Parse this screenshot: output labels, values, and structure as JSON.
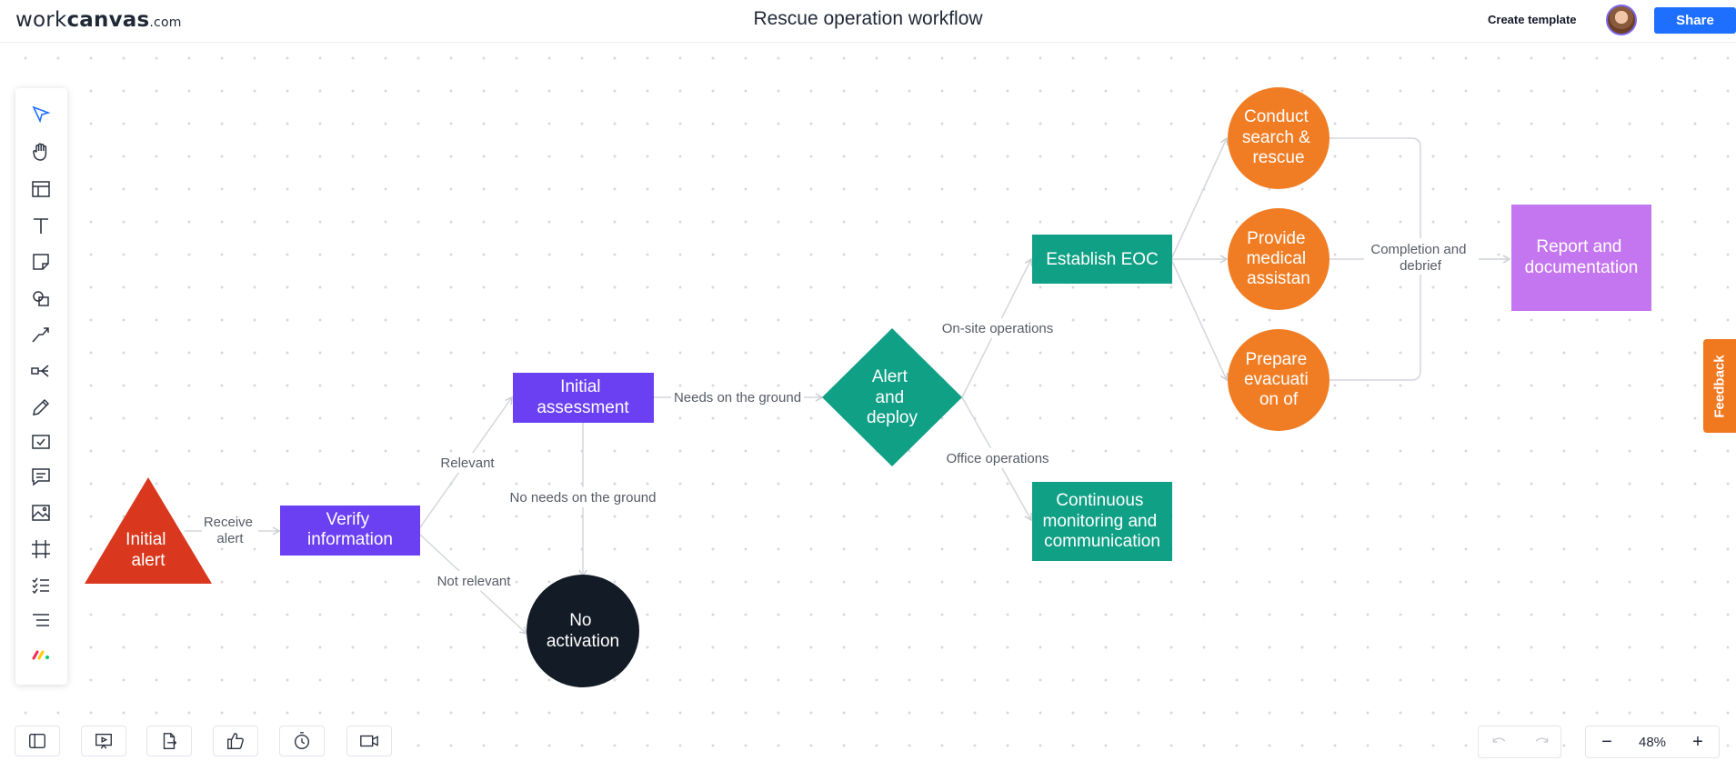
{
  "app": {
    "logo_light": "work",
    "logo_bold": "canvas",
    "logo_suffix": ".com",
    "title": "Rescue operation workflow",
    "create_template": "Create template",
    "share": "Share",
    "feedback": "Feedback"
  },
  "zoom": {
    "level": "48%",
    "minus": "−",
    "plus": "+"
  },
  "toolbar_tools": [
    "select-pointer",
    "hand-pan",
    "layout-template",
    "text",
    "sticky-note",
    "shapes",
    "connector-line",
    "mind-map",
    "pen",
    "task-board",
    "comment",
    "image",
    "frame",
    "checklist",
    "list-outline",
    "monday-logo"
  ],
  "bottom_tools": [
    "sidebar-toggle",
    "present",
    "export",
    "vote",
    "timer",
    "video"
  ],
  "colors": {
    "red": "#d9381e",
    "purple": "#6b3ff2",
    "dark": "#131c26",
    "teal": "#10a085",
    "orange": "#f07d24",
    "lavender": "#c476f0",
    "share_blue": "#1f6fff",
    "feedback_orange": "#f0781f"
  },
  "nodes": {
    "initial_alert": {
      "lines": [
        "Initial",
        "alert"
      ]
    },
    "verify": {
      "lines": [
        "Verify",
        "information"
      ]
    },
    "assessment": {
      "lines": [
        "Initial",
        "assessment"
      ]
    },
    "no_activation": {
      "lines": [
        "No",
        "activation"
      ]
    },
    "alert_deploy": {
      "lines": [
        "Alert",
        "and",
        "deploy"
      ]
    },
    "eoc": {
      "lines": [
        "Establish EOC"
      ]
    },
    "monitoring": {
      "lines": [
        "Continuous",
        "monitoring and",
        "communication"
      ]
    },
    "search": {
      "lines": [
        "Conduct",
        "search &",
        "rescue"
      ]
    },
    "medical": {
      "lines": [
        "Provide",
        "medical",
        "assistan"
      ]
    },
    "evac": {
      "lines": [
        "Prepare",
        "evacuati",
        "on of"
      ]
    },
    "report": {
      "lines": [
        "Report and",
        "documentation"
      ]
    }
  },
  "edge_labels": {
    "receive": [
      "Receive",
      "alert"
    ],
    "relevant": [
      "Relevant"
    ],
    "not_relevant": [
      "Not relevant"
    ],
    "no_needs": [
      "No needs on the ground"
    ],
    "needs": [
      "Needs on the ground"
    ],
    "onsite": [
      "On-site operations"
    ],
    "office": [
      "Office operations"
    ],
    "completion": [
      "Completion and",
      "debrief"
    ]
  }
}
